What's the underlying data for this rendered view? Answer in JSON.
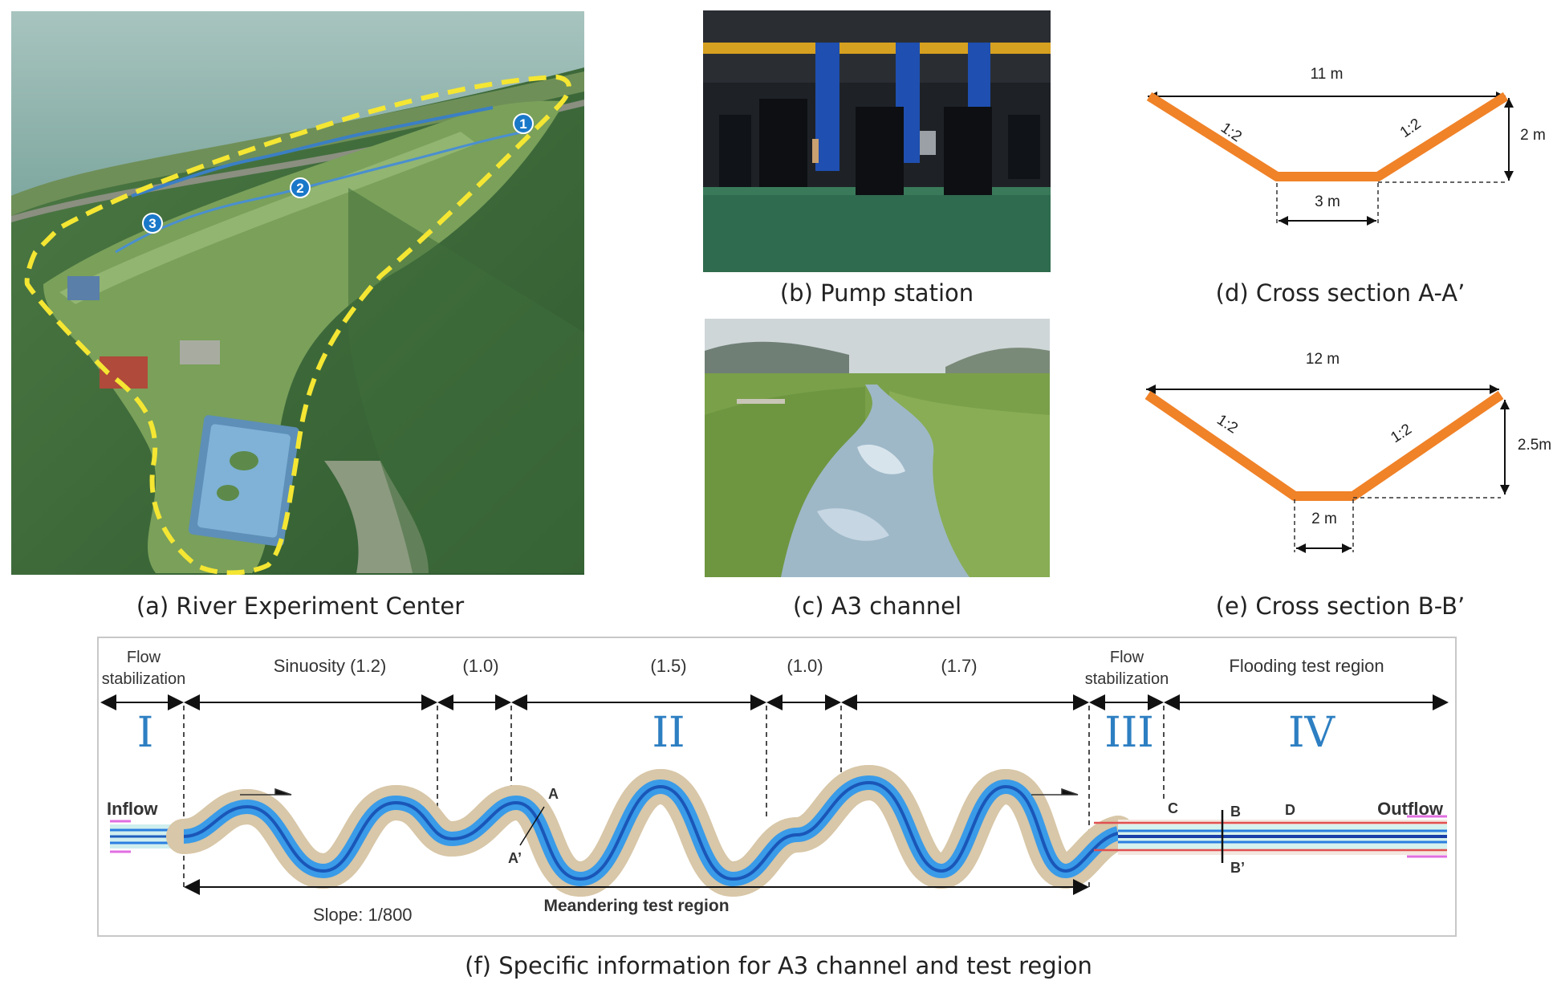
{
  "panels": {
    "a": {
      "caption": "(a) River Experiment Center",
      "markers": [
        "1",
        "2",
        "3"
      ]
    },
    "b": {
      "caption": "(b) Pump station"
    },
    "c": {
      "caption": "(c) A3 channel"
    },
    "d": {
      "caption": "(d) Cross section A-A’",
      "top_width": "11 m",
      "bottom_width": "3 m",
      "depth": "2 m",
      "left_slope": "1:2",
      "right_slope": "1:2"
    },
    "e": {
      "caption": "(e) Cross section B-B’",
      "top_width": "12 m",
      "bottom_width": "2 m",
      "depth": "2.5m",
      "left_slope": "1:2",
      "right_slope": "1:2"
    },
    "f": {
      "caption": "(f) Specific information for A3 channel and test region",
      "header_flow_stab_1": [
        "Flow",
        "stabilization"
      ],
      "header_flow_stab_2": [
        "Flow",
        "stabilization"
      ],
      "header_sinuosity": "Sinuosity (1.2)",
      "header_s2": "(1.0)",
      "header_s3": "(1.5)",
      "header_s4": "(1.0)",
      "header_s5": "(1.7)",
      "header_flooding": "Flooding test region",
      "regions": [
        "I",
        "II",
        "III",
        "IV"
      ],
      "inflow": "Inflow",
      "outflow": "Outflow",
      "point_A": "A",
      "point_A_prime": "A’",
      "point_B": "B",
      "point_B_prime": "B’",
      "point_C": "C",
      "point_D": "D",
      "slope": "Slope: 1/800",
      "meander_region": "Meandering test region"
    }
  },
  "colors": {
    "section_orange": "#f08228",
    "roman_blue": "#2d7fc2",
    "channel_blue": "#2a7fe0",
    "aerial_outline": "#f4e632"
  }
}
